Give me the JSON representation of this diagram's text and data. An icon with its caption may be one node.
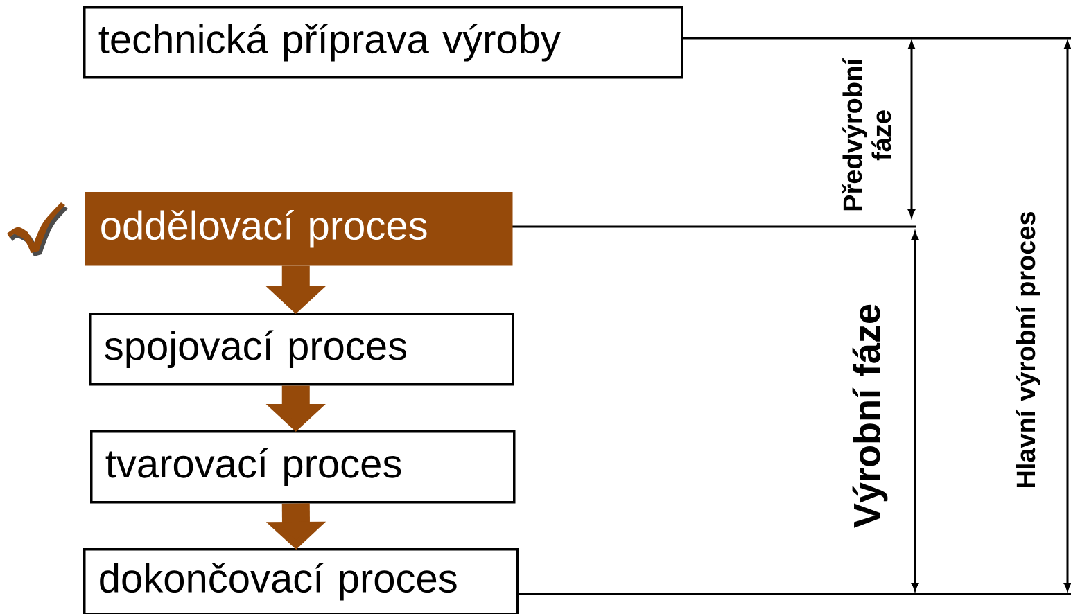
{
  "diagram": {
    "nodes": [
      {
        "text": [
          "technická příprava výroby"
        ]
      },
      {
        "text": [
          "oddělovací proces"
        ]
      },
      {
        "text": [
          "spojovací proces"
        ]
      },
      {
        "text": [
          "tvarovací proces"
        ]
      },
      {
        "text": [
          "dokončovací proces"
        ]
      }
    ],
    "edges": [
      {
        "from": 1,
        "to": 2,
        "arrow": "to"
      },
      {
        "from": 2,
        "to": 3,
        "arrow": "to"
      },
      {
        "from": 3,
        "to": 4,
        "arrow": "to"
      }
    ],
    "labels": [
      "Předvýrobní fáze",
      "Výrobní fáze",
      "Hlavní výrobní proces"
    ]
  }
}
